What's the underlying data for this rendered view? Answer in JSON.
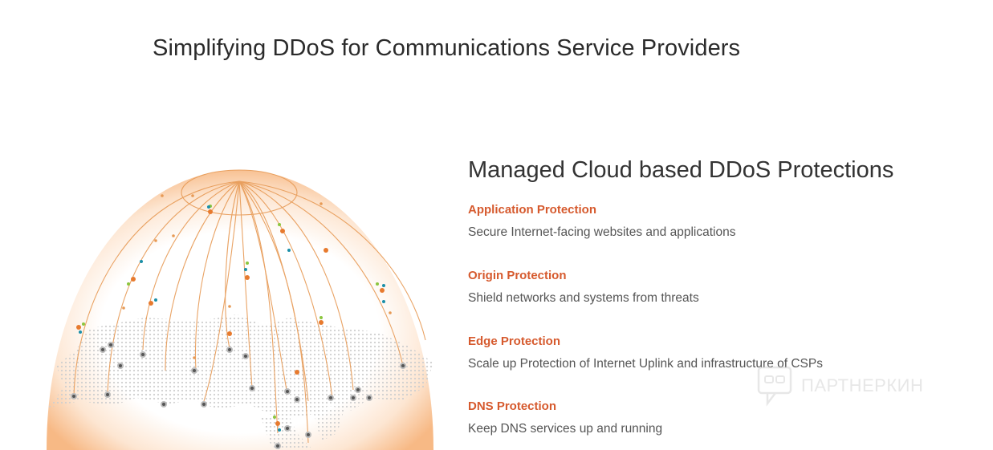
{
  "header": {
    "title": "Simplifying DDoS for Communications Service Providers"
  },
  "section": {
    "title": "Managed Cloud based DDoS Protections",
    "features": [
      {
        "title": "Application Protection",
        "description": "Secure Internet-facing websites and applications"
      },
      {
        "title": "Origin Protection",
        "description": "Shield networks and systems from threats"
      },
      {
        "title": "Edge Protection",
        "description": "Scale up Protection of Internet Uplink and infrastructure of CSPs"
      },
      {
        "title": "DNS Protection",
        "description": "Keep DNS services up and running"
      }
    ]
  },
  "watermark": {
    "text": "ПАРТНЕРКИН"
  },
  "colors": {
    "accent": "#d65a2e",
    "dome_glow": "#f7b985",
    "arc": "#e79a55",
    "text_dark": "#333333",
    "text_muted": "#555555"
  },
  "icons": [
    "globe-network-illustration",
    "watermark-logo-icon"
  ]
}
